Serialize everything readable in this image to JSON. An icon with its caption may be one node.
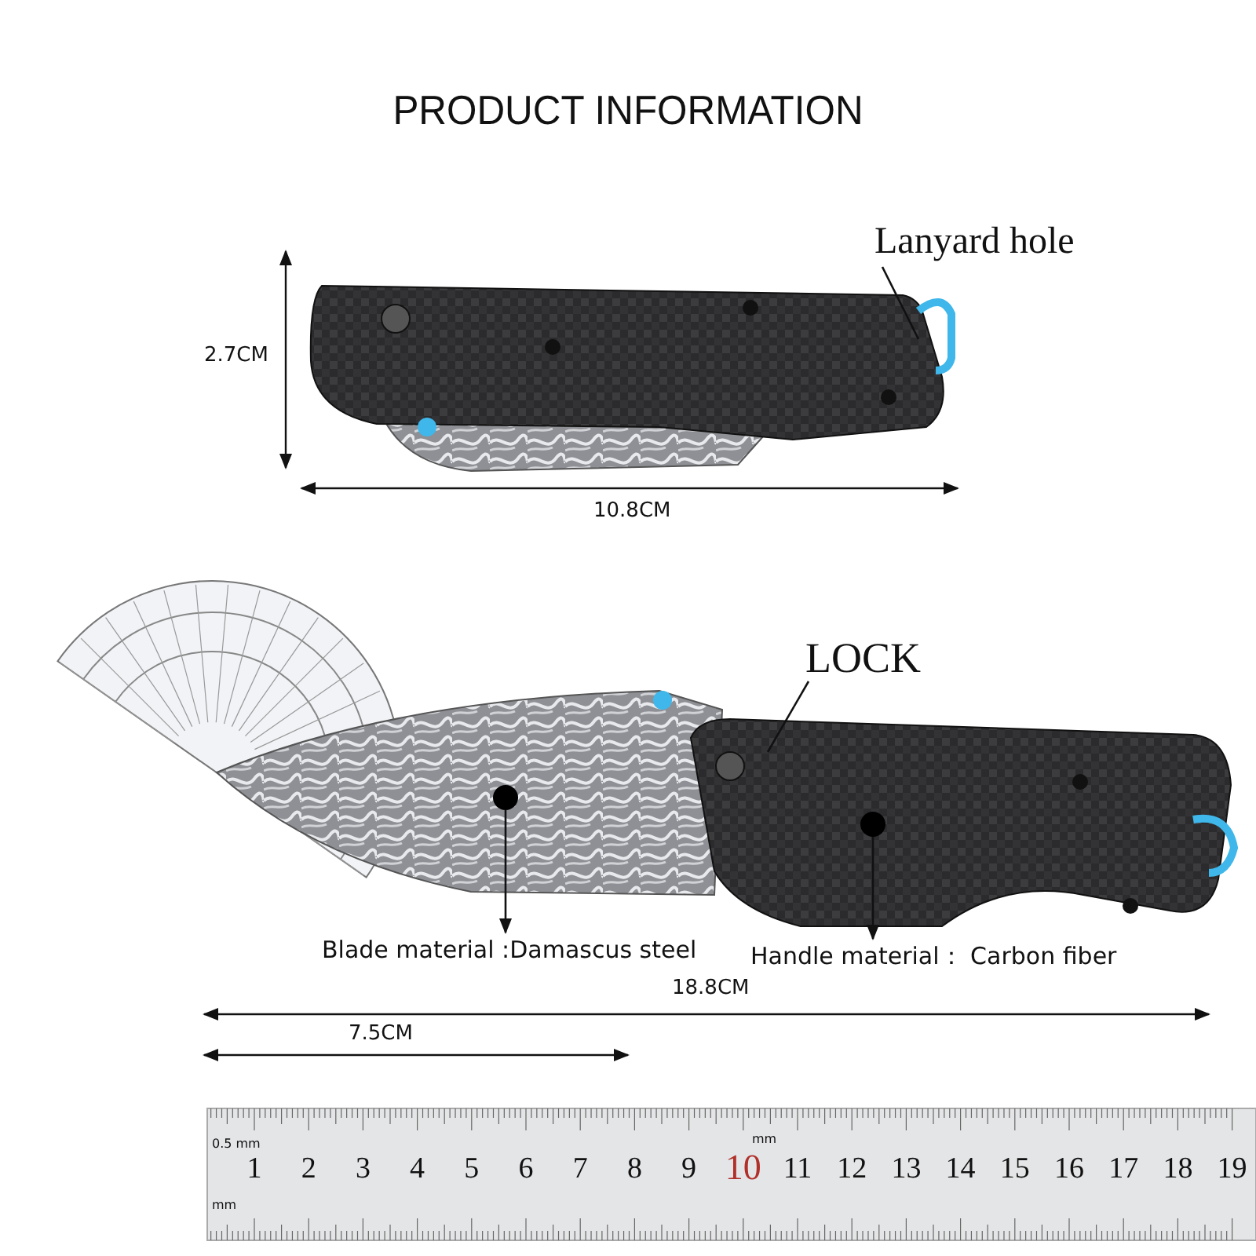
{
  "diagram": {
    "title": "PRODUCT INFORMATION",
    "nodes": [
      {
        "text": [
          "Lanyard hole"
        ]
      },
      {
        "text": [
          "LOCK"
        ]
      },
      {
        "text": [],
        "shape": "circle"
      },
      {
        "text": [
          "Blade material :Damascus steel"
        ]
      },
      {
        "text": [],
        "shape": "circle"
      },
      {
        "text": [
          "Handle material： Carbon fiber"
        ]
      }
    ],
    "edges": [
      {
        "from": 0,
        "to": null,
        "arrow": "none"
      },
      {
        "from": 1,
        "to": null,
        "arrow": "none"
      },
      {
        "from": 2,
        "to": 3,
        "arrow": "to"
      },
      {
        "from": 4,
        "to": 5,
        "arrow": "to"
      }
    ],
    "labels": [
      "2.7CM",
      "10.8CM",
      "18.8CM",
      "7.5CM",
      "0.5 mm",
      "mm",
      "1",
      "2",
      "3",
      "4",
      "5",
      "6",
      "7",
      "8",
      "9",
      "10",
      "11",
      "12",
      "13",
      "14",
      "15",
      "16",
      "17",
      "18",
      "19",
      "mm"
    ]
  }
}
